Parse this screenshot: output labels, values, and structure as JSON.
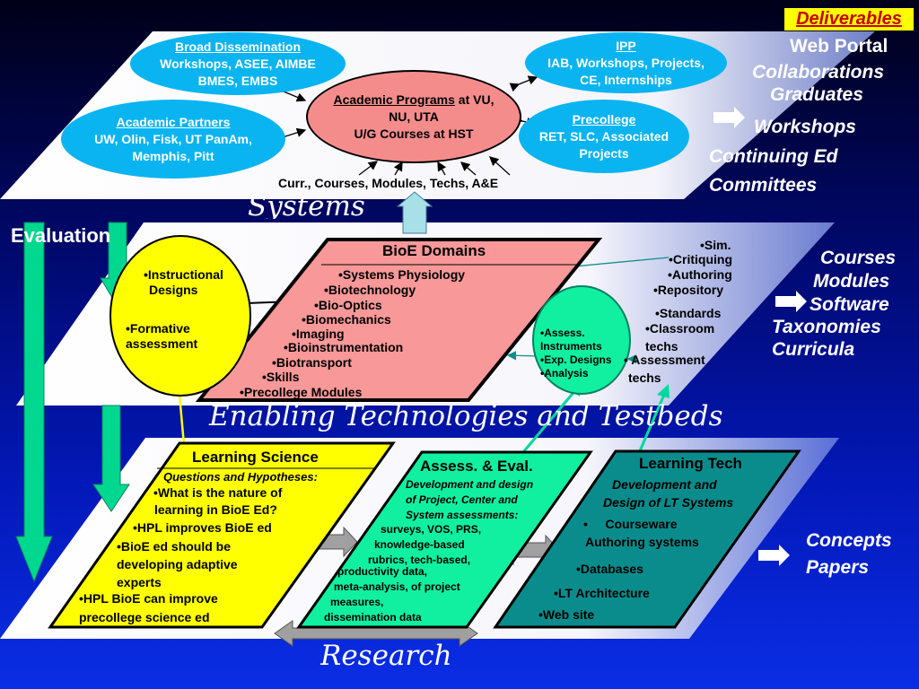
{
  "deliverables": {
    "heading": "Deliverables",
    "items": [
      "Web Portal",
      "Collaborations",
      "Graduates",
      "Workshops",
      "Continuing Ed",
      "Committees"
    ]
  },
  "evaluation_label": "Evaluation",
  "plane_titles": {
    "top": "Systems",
    "middle": "Enabling Technologies and Testbeds",
    "bottom": "Research"
  },
  "top": {
    "broad": {
      "title": "Broad Dissemination",
      "lines": [
        "Workshops, ASEE, AIMBE",
        "BMES, EMBS"
      ]
    },
    "partners": {
      "title": "Academic Partners",
      "lines": [
        "UW, Olin, Fisk, UT PanAm,",
        "Memphis, Pitt"
      ]
    },
    "programs": {
      "title": "Academic Programs",
      "title_suffix": " at VU,",
      "lines": [
        "NU, UTA",
        "U/G Courses at HST"
      ]
    },
    "ipp": {
      "title": "IPP",
      "lines": [
        "IAB, Workshops, Projects,",
        "CE, Internships"
      ]
    },
    "precollege": {
      "title": "Precollege",
      "lines": [
        "RET, SLC, Associated",
        "Projects"
      ]
    },
    "curr_label": "Curr., Courses, Modules, Techs, A&E"
  },
  "middle": {
    "instructional": [
      "•Instructional",
      "Designs"
    ],
    "formative": [
      "•Formative",
      "assessment"
    ],
    "domains_title": "BioE Domains",
    "domains": [
      "•Systems Physiology",
      "•Biotechnology",
      "•Bio-Optics",
      "•Biomechanics",
      "•Imaging",
      "•Bioinstrumentation",
      "•Biotransport",
      "•Skills",
      "•Precollege Modules"
    ],
    "assess_items": [
      "•Assess.",
      "Instruments",
      "•Exp. Designs",
      "•Analysis"
    ],
    "tech_items": [
      "•Sim.",
      "•Critiquing",
      "•Authoring",
      "•Repository",
      "•Standards",
      "•Classroom",
      "techs",
      "• Assessment",
      "techs"
    ],
    "deliverables": [
      "Courses",
      "Modules",
      "Software",
      "Taxonomies",
      "Curricula"
    ]
  },
  "bottom": {
    "ls": {
      "title": "Learning Science",
      "subtitle": "Questions and Hypotheses:",
      "items": [
        "•What is the nature of",
        "learning in BioE Ed?",
        "•HPL improves BioE ed",
        "•BioE ed should be",
        "developing adaptive",
        "experts",
        "•HPL BioE can improve",
        "precollege science ed"
      ]
    },
    "ae": {
      "title": "Assess. & Eval.",
      "subtitle": [
        "Development and design",
        "of Project, Center and",
        "System assessments:"
      ],
      "items": [
        "surveys, VOS, PRS,",
        "knowledge-based",
        "rubrics, tech-based,",
        "productivity data,",
        "meta-analysis, of project",
        "measures,",
        "dissemination data"
      ]
    },
    "lt": {
      "title": "Learning Tech",
      "subtitle": [
        "Development and",
        "Design of LT Systems"
      ],
      "items": [
        "•     Courseware",
        "Authoring systems",
        "•Databases",
        "•LT Architecture",
        "•Web site"
      ]
    },
    "deliverables": [
      "Concepts",
      "Papers"
    ]
  },
  "colors": {
    "plane": "#ffffff",
    "ellipse_blue": "#0ab4f0",
    "programs_pink": "#f58c8c",
    "yellow": "#ffff00",
    "domains_pink": "#f89898",
    "green": "#10f0a0",
    "teal": "#0a8c8c",
    "arrow_green": "#00d890",
    "up_arrow": "#a8e0e8"
  }
}
